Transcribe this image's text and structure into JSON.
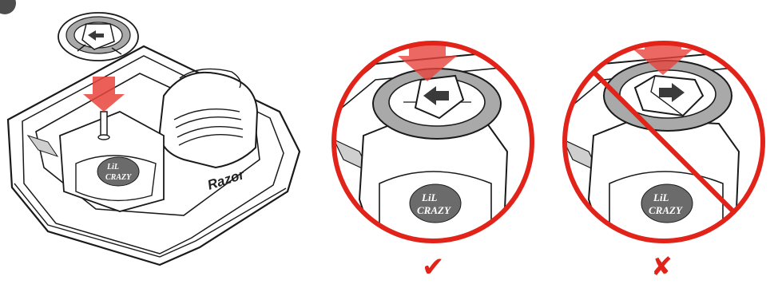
{
  "brand": {
    "name": "Razor"
  },
  "decal": {
    "line1": "LiL",
    "line2": "CRAZY"
  },
  "marks": {
    "correct": "✔",
    "incorrect": "✘"
  },
  "colors": {
    "accent_red": "#e2231a",
    "arrow_red": "#e8443c",
    "outline": "#1a1a1a",
    "gray_ring": "#a9a9a9"
  },
  "icons": {
    "step_badge": "dark-circle-icon",
    "press_arrow": "down-arrow-icon",
    "rotate_arrow": "curved-arrow-icon",
    "prohibit": "prohibition-circle-icon"
  }
}
